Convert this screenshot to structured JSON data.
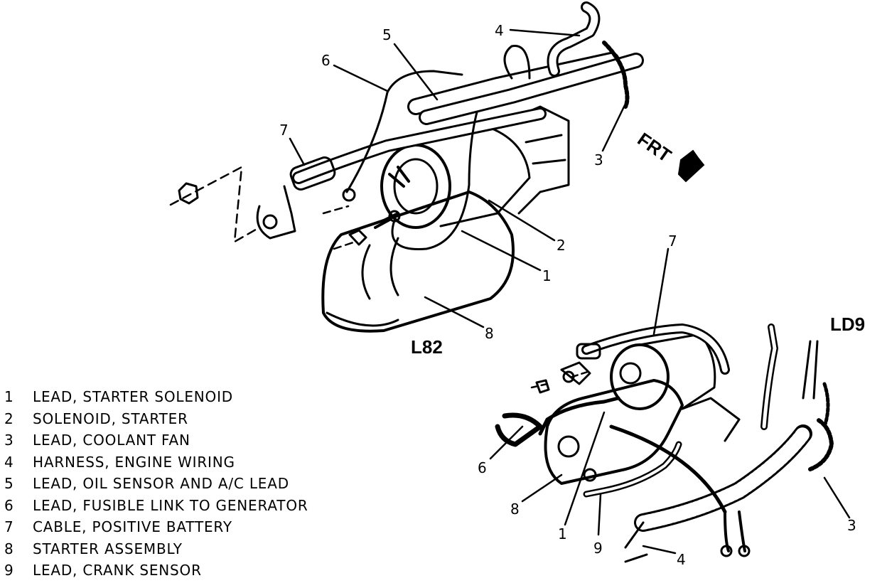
{
  "variants": {
    "top": "L82",
    "bottom": "LD9"
  },
  "direction_label": "FRT",
  "legend": [
    {
      "num": "1",
      "text": "LEAD, STARTER SOLENOID"
    },
    {
      "num": "2",
      "text": "SOLENOID, STARTER"
    },
    {
      "num": "3",
      "text": "LEAD, COOLANT FAN"
    },
    {
      "num": "4",
      "text": "HARNESS, ENGINE WIRING"
    },
    {
      "num": "5",
      "text": "LEAD, OIL SENSOR AND A/C LEAD"
    },
    {
      "num": "6",
      "text": "LEAD, FUSIBLE LINK TO GENERATOR"
    },
    {
      "num": "7",
      "text": "CABLE, POSITIVE BATTERY"
    },
    {
      "num": "8",
      "text": "STARTER ASSEMBLY"
    },
    {
      "num": "9",
      "text": "LEAD, CRANK SENSOR"
    }
  ],
  "callouts_top": [
    "4",
    "5",
    "6",
    "7",
    "3",
    "2",
    "1",
    "8"
  ],
  "callouts_bottom": [
    "7",
    "6",
    "8",
    "1",
    "9",
    "4",
    "3"
  ]
}
